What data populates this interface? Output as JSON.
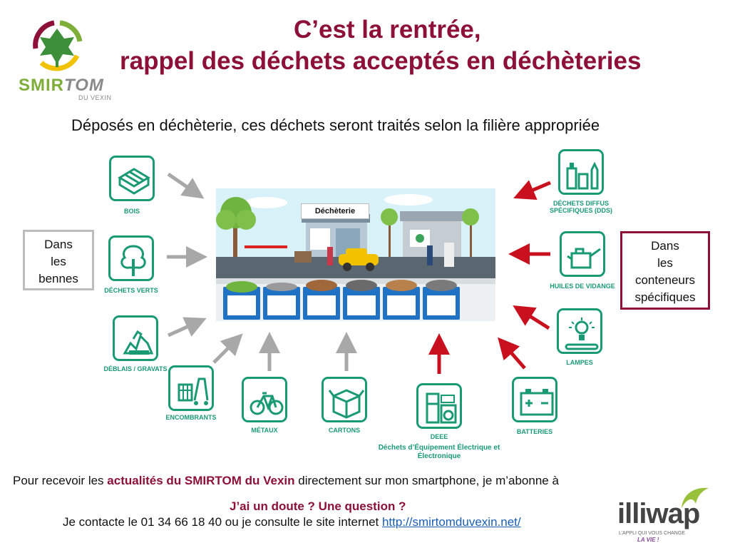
{
  "logo": {
    "name_green": "SMIR",
    "name_grey": "TOM",
    "sub": "DU VEXIN"
  },
  "title": {
    "line1": "C’est la rentrée,",
    "line2": "rappel des déchets acceptés en déchèteries"
  },
  "subtitle": "Déposés en déchèterie, ces déchets seront traités selon la filière appropriée",
  "left_box": [
    "Dans",
    "les",
    "bennes"
  ],
  "right_box": [
    "Dans",
    "les",
    "conteneurs",
    "spécifiques"
  ],
  "scene": {
    "sign": "Déchèterie"
  },
  "categories": {
    "bois": "BOIS",
    "verts": "DÉCHETS VERTS",
    "gravats": "DÉBLAIS / GRAVATS",
    "encombrants": "ENCOMBRANTS",
    "metaux": "MÉTAUX",
    "cartons": "CARTONS",
    "deee": "DEEE",
    "deee_full": "Déchets d’Équipement Électrique et Électronique",
    "batteries": "BATTERIES",
    "lampes": "LAMPES",
    "huiles": "HUILES DE VIDANGE",
    "dds": "DÉCHETS DIFFUS SPÉCIFIQUES (DDS)"
  },
  "footer": {
    "line1_pre": "Pour recevoir les ",
    "line1_highlight": "actualités du SMIRTOM du Vexin",
    "line1_post": " directement sur mon smartphone, je m’abonne à",
    "question": "J’ai un doute ? Une question ?",
    "line2_pre": "Je contacte le 01 34 66 18 40 ou je consulte le site internet ",
    "link": "http://smirtomduvexin.net/"
  },
  "illiwap": {
    "word": "illiwap",
    "tag1": "L’APPLI QUI VOUS CHANGE",
    "tag2": "LA VIE !"
  },
  "colors": {
    "accent": "#8c1037",
    "green": "#1a9a73",
    "grey_arrow": "#a8a8a8",
    "red_arrow": "#c8101e"
  }
}
